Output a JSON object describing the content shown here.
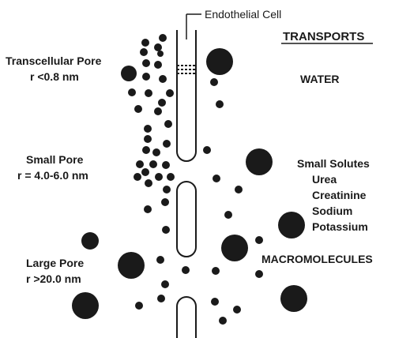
{
  "diagram": {
    "top_label": "Endothelial Cell",
    "heading": "TRANSPORTS",
    "left_labels": {
      "transcellular_name": "Transcellular Pore",
      "transcellular_radius": "r <0.8 nm",
      "small_name": "Small Pore",
      "small_radius": "r = 4.0-6.0 nm",
      "large_name": "Large Pore",
      "large_radius": "r >20.0 nm"
    },
    "right_labels": {
      "water": "WATER",
      "small_solutes": "Small Solutes",
      "solutes": [
        "Urea",
        "Creatinine",
        "Sodium",
        "Potassium"
      ],
      "macromolecules": "MACROMOLECULES"
    },
    "colors": {
      "ink": "#1a1a1a",
      "background": "#ffffff"
    }
  }
}
